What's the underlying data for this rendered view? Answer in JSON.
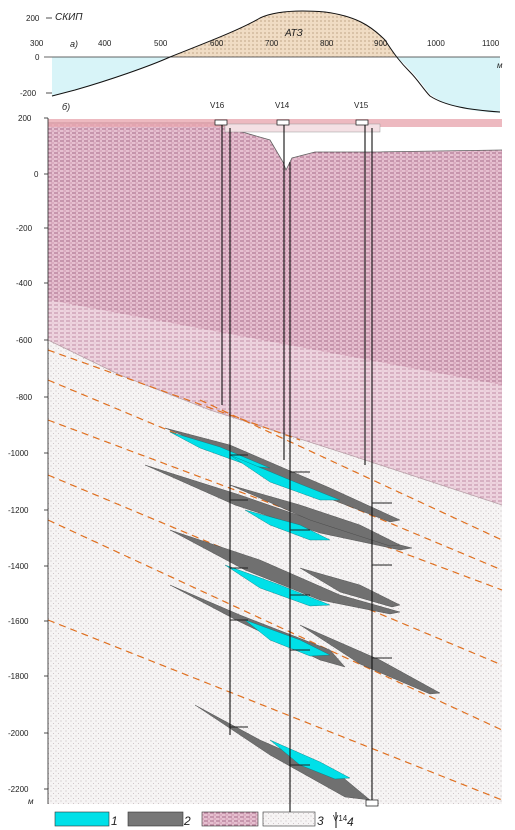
{
  "profile": {
    "title": "СКИП",
    "panel_label": "а)",
    "zone_label": "АТЗ",
    "unit_label": "м",
    "y_ticks": [
      "200",
      "0",
      "-200"
    ],
    "x_ticks": [
      "300",
      "400",
      "500",
      "600",
      "700",
      "800",
      "900",
      "1000",
      "1100"
    ]
  },
  "section": {
    "panel_label": "б)",
    "unit_label": "м",
    "wells": [
      "V16",
      "V14",
      "V15"
    ],
    "depth_ticks": [
      "200",
      "0",
      "-200",
      "-400",
      "-600",
      "-800",
      "-1000",
      "-1200",
      "-1400",
      "-1600",
      "-1800",
      "-2000",
      "-2200"
    ]
  },
  "legend": [
    {
      "number": "1",
      "color": "#00e0e8"
    },
    {
      "number": "2",
      "color": "#777777"
    },
    {
      "number": "",
      "color": "#e8c8d4"
    },
    {
      "number": "3",
      "color": "#ffffff"
    },
    {
      "number": "4",
      "well": "V14",
      "color": "#ffffff"
    }
  ],
  "colors": {
    "sediment": "#e8c4d2",
    "basement": "#f4f2f2",
    "cyan": "#00e0e8",
    "ore": "#707070",
    "dashed": "#e07020",
    "water": "#d8f4f8",
    "hill": "#f0dcc8"
  }
}
